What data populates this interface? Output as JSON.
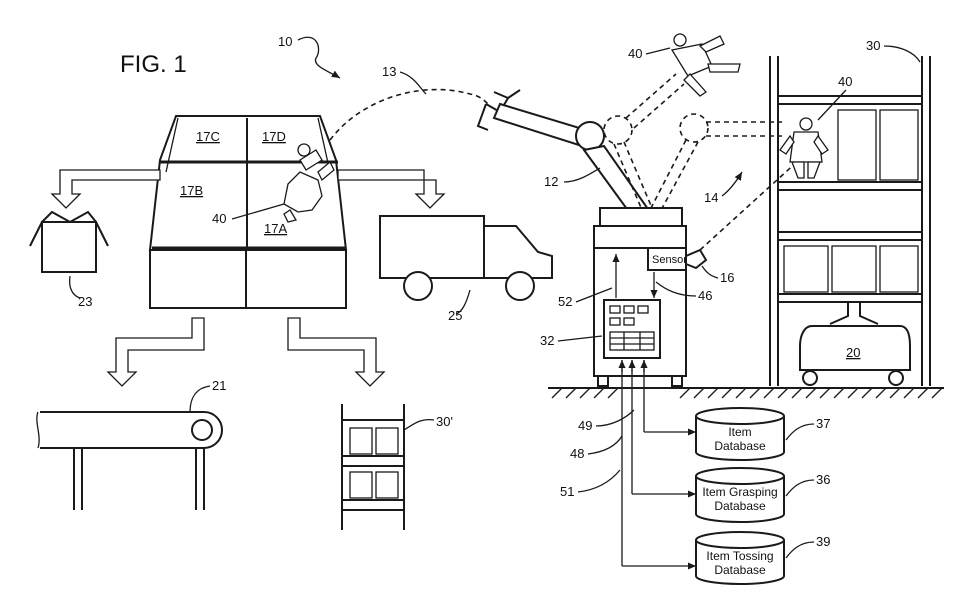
{
  "figure": {
    "title": "FIG. 1",
    "labels": {
      "system": "10",
      "robot_arm": "12",
      "toss_path": "13",
      "toss_region": "14",
      "sensor_ref": "16",
      "sensor_text": "Sensor",
      "bin_17a": "17A",
      "bin_17b": "17B",
      "bin_17c": "17C",
      "bin_17d": "17D",
      "vehicle_20": "20",
      "conveyor_21": "21",
      "container_23": "23",
      "truck_25": "25",
      "rack_30": "30",
      "rack_30p": "30'",
      "controller_32": "32",
      "db_37_ref": "37",
      "db_36_ref": "36",
      "db_39_ref": "39",
      "item_40_a": "40",
      "item_40_b": "40",
      "item_40_c": "40",
      "line_46": "46",
      "line_48": "48",
      "line_49": "49",
      "line_51": "51",
      "line_52": "52"
    },
    "databases": {
      "item": [
        "Item",
        "Database"
      ],
      "grasping": [
        "Item Grasping",
        "Database"
      ],
      "tossing": [
        "Item Tossing",
        "Database"
      ]
    }
  }
}
